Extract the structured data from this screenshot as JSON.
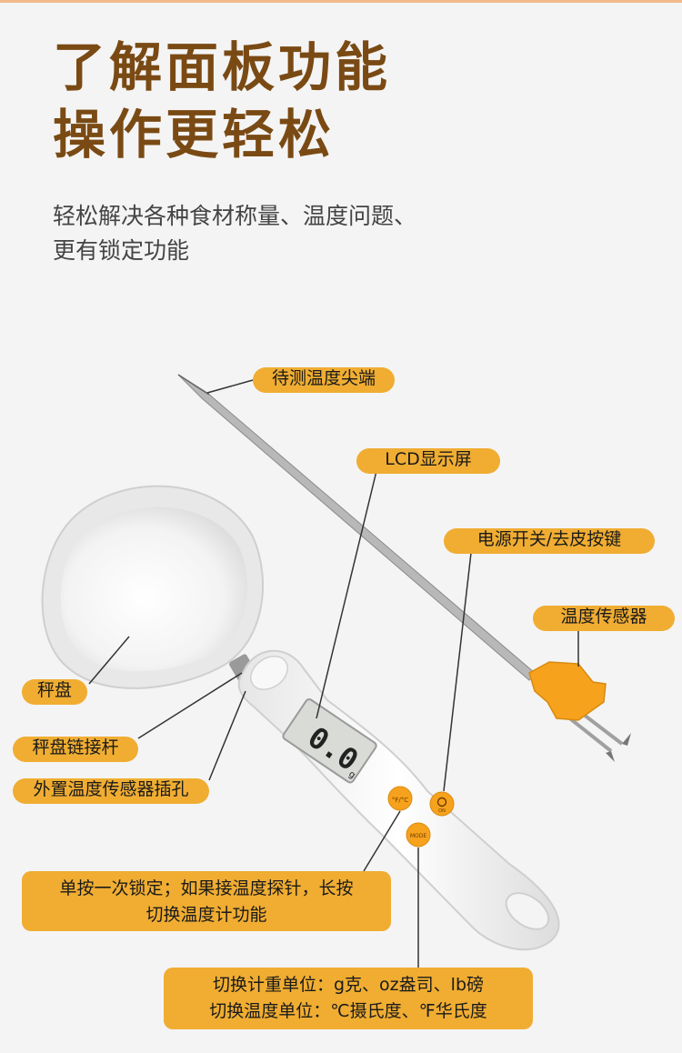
{
  "heading": {
    "line1": "了解面板功能",
    "line2": "操作更轻松"
  },
  "subtitle": {
    "line1": "轻松解决各种食材称量、温度问题、",
    "line2": "更有锁定功能"
  },
  "display_reading": "0.0",
  "display_unit": "g",
  "button_unit": "°F/°C",
  "button_power": "ON",
  "button_mode": "MODE",
  "labels": {
    "probe_tip": "待测温度尖端",
    "lcd": "LCD显示屏",
    "power_tare": "电源开关/去皮按键",
    "temp_sensor": "温度传感器",
    "tray": "秤盘",
    "tray_rod": "秤盘链接杆",
    "sensor_jack": "外置温度传感器插孔",
    "lock_line1": "单按一次锁定；如果接温度探针，长按",
    "lock_line2": "切换温度计功能",
    "unit_line1": "切换计重单位：g克、oz盎司、lb磅",
    "unit_line2": "切换温度单位：℃摄氏度、℉华氏度"
  },
  "colors": {
    "heading": "#7a4a14",
    "label_bg": "#f0ad32",
    "sensor": "#f7a21c"
  }
}
